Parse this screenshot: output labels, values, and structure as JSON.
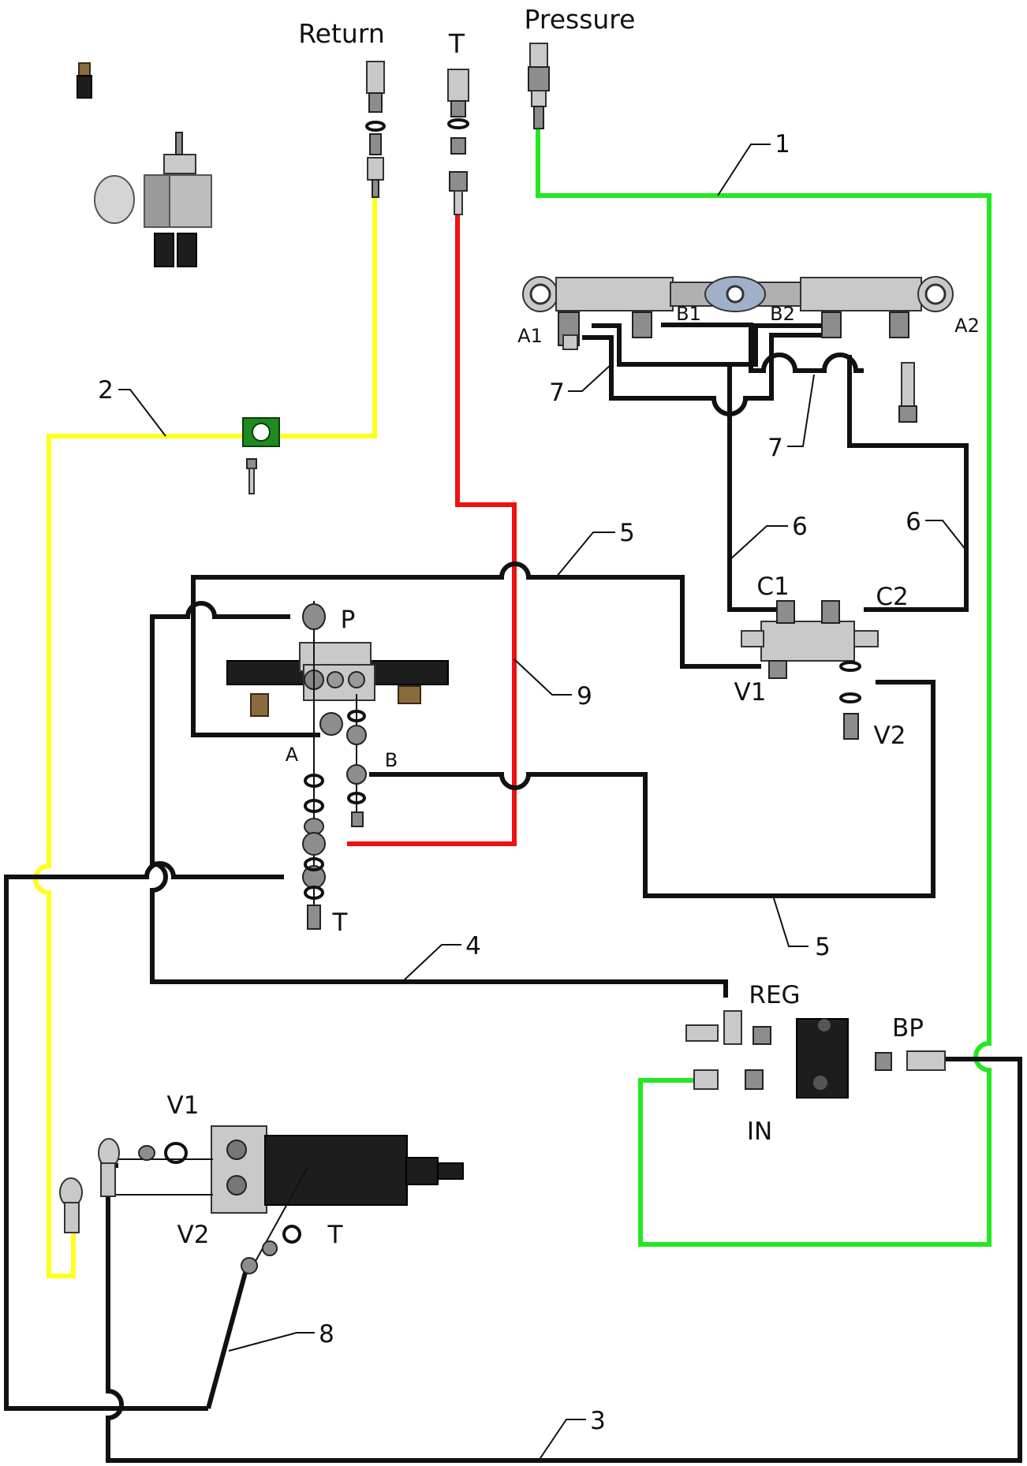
{
  "labels": {
    "return": "Return",
    "t_top": "T",
    "pressure": "Pressure",
    "a1": "A1",
    "b1": "B1",
    "b2": "B2",
    "a2": "A2",
    "c1": "C1",
    "c2": "C2",
    "v1_valve": "V1",
    "v2_valve": "V2",
    "p_port": "P",
    "a_port": "A",
    "b_port": "B",
    "t_port": "T",
    "reg": "REG",
    "bp": "BP",
    "in": "IN",
    "v1_motor": "V1",
    "v2_motor": "V2",
    "t_motor": "T"
  },
  "line_numbers": {
    "n1": "1",
    "n2": "2",
    "n3": "3",
    "n4": "4",
    "n5a": "5",
    "n5b": "5",
    "n6a": "6",
    "n6b": "6",
    "n7a": "7",
    "n7b": "7",
    "n8": "8",
    "n9": "9"
  },
  "colors": {
    "pressure_line": "#22e822",
    "return_line": "#ffff1a",
    "tank_line": "#ee1111",
    "hose": "#111111",
    "clamp": "#1f8a1f"
  }
}
